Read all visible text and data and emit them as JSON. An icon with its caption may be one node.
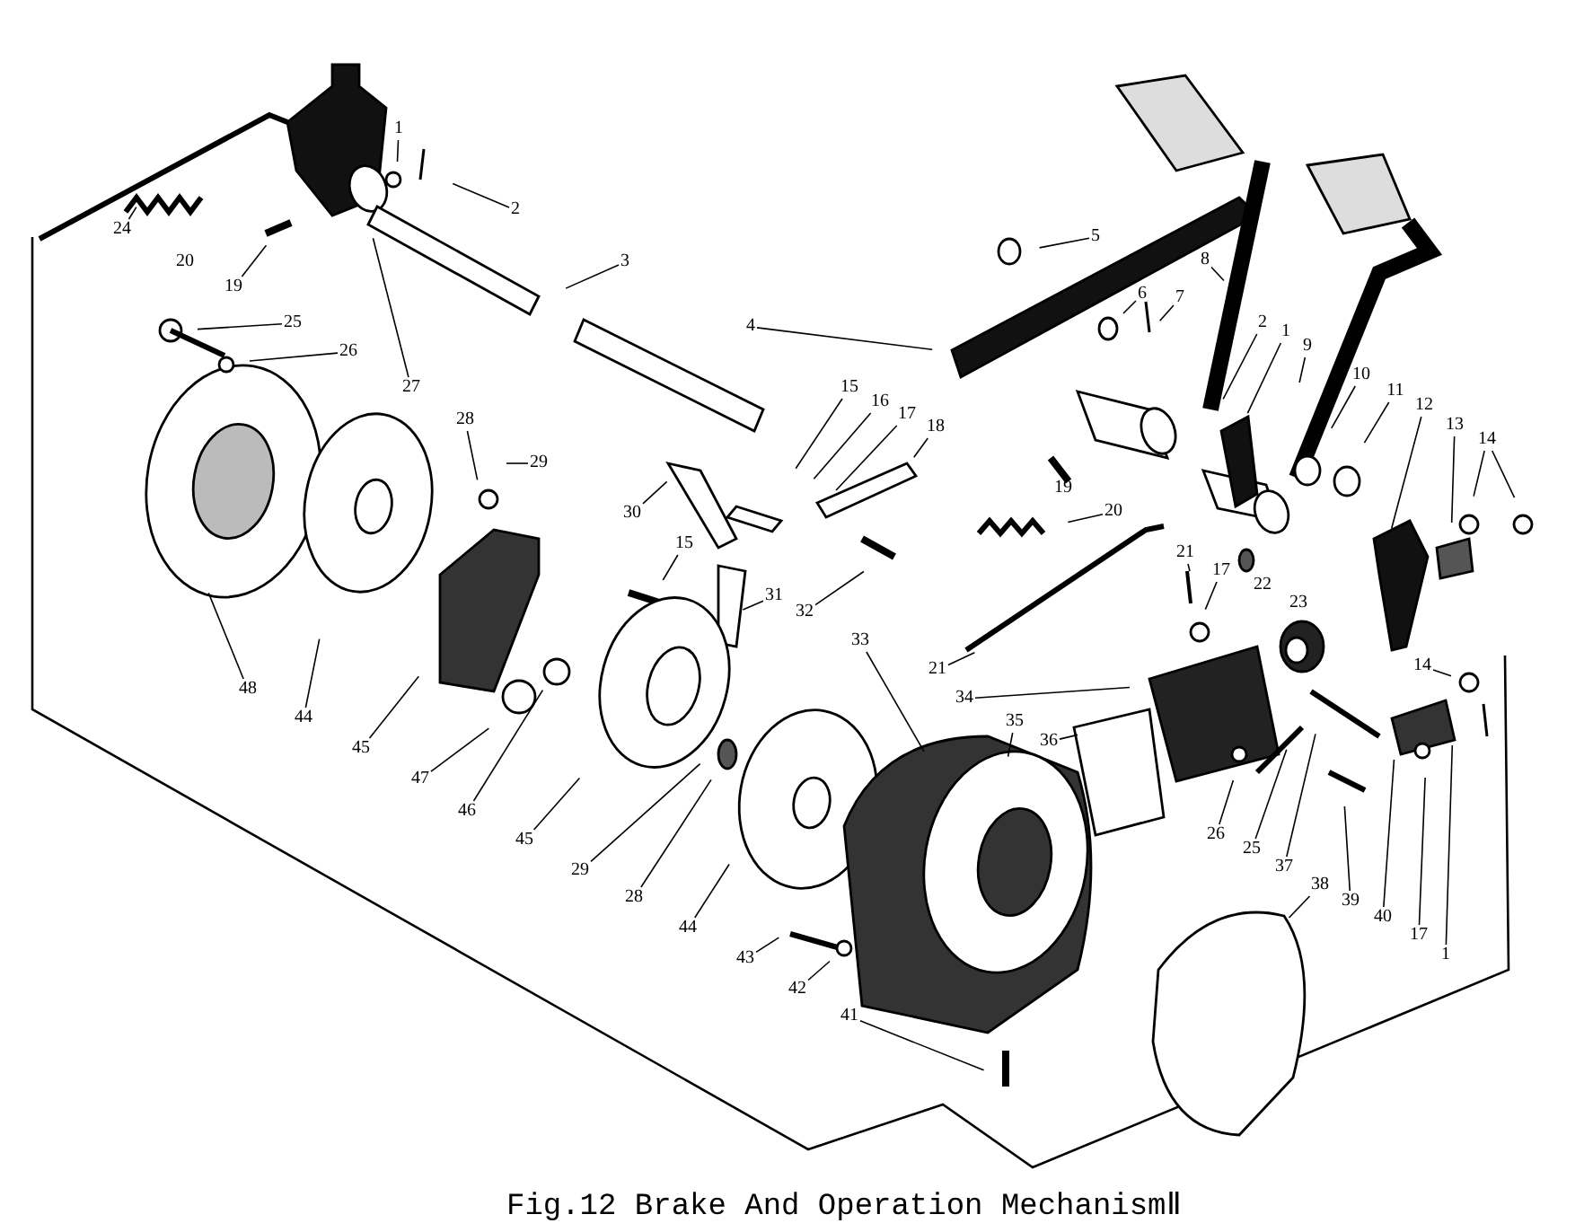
{
  "diagram": {
    "caption": "Fig.12 Brake And Operation MechanismⅡ",
    "nodes": [
      {
        "text": [
          "1"
        ]
      },
      {
        "text": [
          "2"
        ]
      },
      {
        "text": [
          "3"
        ]
      },
      {
        "text": [
          "24"
        ]
      },
      {
        "text": [
          "19"
        ]
      },
      {
        "text": [
          "27"
        ]
      },
      {
        "text": [
          "25"
        ]
      },
      {
        "text": [
          "26"
        ]
      },
      {
        "text": [
          "4"
        ]
      },
      {
        "text": [
          "5"
        ]
      },
      {
        "text": [
          "6"
        ]
      },
      {
        "text": [
          "7"
        ]
      },
      {
        "text": [
          "8"
        ]
      },
      {
        "text": [
          "2"
        ]
      },
      {
        "text": [
          "1"
        ]
      },
      {
        "text": [
          "9"
        ]
      },
      {
        "text": [
          "10"
        ]
      },
      {
        "text": [
          "11"
        ]
      },
      {
        "text": [
          "12"
        ]
      },
      {
        "text": [
          "13"
        ]
      },
      {
        "text": [
          "14"
        ]
      },
      {
        "text": [
          "15"
        ]
      },
      {
        "text": [
          "16"
        ]
      },
      {
        "text": [
          "17"
        ]
      },
      {
        "text": [
          "18"
        ]
      },
      {
        "text": [
          "28"
        ]
      },
      {
        "text": [
          "29"
        ]
      },
      {
        "text": [
          "30"
        ]
      },
      {
        "text": [
          "20"
        ]
      },
      {
        "text": [
          "21"
        ]
      },
      {
        "text": [
          "17"
        ]
      },
      {
        "text": [
          "21"
        ]
      },
      {
        "text": [
          "15"
        ]
      },
      {
        "text": [
          "31"
        ]
      },
      {
        "text": [
          "32"
        ]
      },
      {
        "text": [
          "33"
        ]
      },
      {
        "text": [
          "34"
        ]
      },
      {
        "text": [
          "35"
        ]
      },
      {
        "text": [
          "36"
        ]
      },
      {
        "text": [
          "14"
        ]
      },
      {
        "text": [
          "26"
        ]
      },
      {
        "text": [
          "25"
        ]
      },
      {
        "text": [
          "37"
        ]
      },
      {
        "text": [
          "39"
        ]
      },
      {
        "text": [
          "40"
        ]
      },
      {
        "text": [
          "17"
        ]
      },
      {
        "text": [
          "1"
        ]
      },
      {
        "text": [
          "38"
        ]
      },
      {
        "text": [
          "41"
        ]
      },
      {
        "text": [
          "42"
        ]
      },
      {
        "text": [
          "43"
        ]
      },
      {
        "text": [
          "44"
        ]
      },
      {
        "text": [
          "28"
        ]
      },
      {
        "text": [
          "29"
        ]
      },
      {
        "text": [
          "45"
        ]
      },
      {
        "text": [
          "46"
        ]
      },
      {
        "text": [
          "47"
        ]
      },
      {
        "text": [
          "45"
        ]
      },
      {
        "text": [
          "44"
        ]
      },
      {
        "text": [
          "48"
        ]
      }
    ],
    "edges": [
      {
        "from": 0,
        "to": null,
        "arrow": "none"
      },
      {
        "from": 1,
        "to": null,
        "arrow": "none"
      },
      {
        "from": 2,
        "to": null,
        "arrow": "none"
      },
      {
        "from": 3,
        "to": null,
        "arrow": "none"
      },
      {
        "from": 4,
        "to": null,
        "arrow": "none"
      },
      {
        "from": 5,
        "to": null,
        "arrow": "none"
      },
      {
        "from": 6,
        "to": null,
        "arrow": "none"
      },
      {
        "from": 7,
        "to": null,
        "arrow": "none"
      },
      {
        "from": 8,
        "to": null,
        "arrow": "none"
      },
      {
        "from": 9,
        "to": null,
        "arrow": "none"
      },
      {
        "from": 10,
        "to": null,
        "arrow": "none"
      },
      {
        "from": 11,
        "to": null,
        "arrow": "none"
      },
      {
        "from": 12,
        "to": null,
        "arrow": "none"
      },
      {
        "from": 13,
        "to": null,
        "arrow": "none"
      },
      {
        "from": 14,
        "to": null,
        "arrow": "none"
      },
      {
        "from": 15,
        "to": null,
        "arrow": "none"
      },
      {
        "from": 16,
        "to": null,
        "arrow": "none"
      },
      {
        "from": 17,
        "to": null,
        "arrow": "none"
      },
      {
        "from": 18,
        "to": null,
        "arrow": "none"
      },
      {
        "from": 19,
        "to": null,
        "arrow": "none"
      },
      {
        "from": 20,
        "to": null,
        "arrow": "none"
      },
      {
        "from": 20,
        "to": null,
        "arrow": "none"
      },
      {
        "from": 21,
        "to": null,
        "arrow": "none"
      },
      {
        "from": 22,
        "to": null,
        "arrow": "none"
      },
      {
        "from": 23,
        "to": null,
        "arrow": "none"
      },
      {
        "from": 24,
        "to": null,
        "arrow": "none"
      },
      {
        "from": 25,
        "to": null,
        "arrow": "none"
      },
      {
        "from": 26,
        "to": null,
        "arrow": "none"
      },
      {
        "from": 27,
        "to": null,
        "arrow": "none"
      },
      {
        "from": 28,
        "to": null,
        "arrow": "none"
      },
      {
        "from": 29,
        "to": null,
        "arrow": "none"
      },
      {
        "from": 30,
        "to": null,
        "arrow": "none"
      },
      {
        "from": 31,
        "to": null,
        "arrow": "none"
      },
      {
        "from": 32,
        "to": null,
        "arrow": "none"
      },
      {
        "from": 33,
        "to": null,
        "arrow": "none"
      },
      {
        "from": 34,
        "to": null,
        "arrow": "none"
      },
      {
        "from": 35,
        "to": null,
        "arrow": "none"
      },
      {
        "from": 36,
        "to": null,
        "arrow": "none"
      },
      {
        "from": 37,
        "to": null,
        "arrow": "none"
      },
      {
        "from": 38,
        "to": null,
        "arrow": "none"
      },
      {
        "from": 39,
        "to": null,
        "arrow": "none"
      },
      {
        "from": 40,
        "to": null,
        "arrow": "none"
      },
      {
        "from": 41,
        "to": null,
        "arrow": "none"
      },
      {
        "from": 42,
        "to": null,
        "arrow": "none"
      },
      {
        "from": 43,
        "to": null,
        "arrow": "none"
      },
      {
        "from": 44,
        "to": null,
        "arrow": "none"
      },
      {
        "from": 45,
        "to": null,
        "arrow": "none"
      },
      {
        "from": 46,
        "to": null,
        "arrow": "none"
      },
      {
        "from": 47,
        "to": null,
        "arrow": "none"
      },
      {
        "from": 48,
        "to": null,
        "arrow": "none"
      },
      {
        "from": 49,
        "to": null,
        "arrow": "none"
      },
      {
        "from": 50,
        "to": null,
        "arrow": "none"
      },
      {
        "from": 51,
        "to": null,
        "arrow": "none"
      },
      {
        "from": 52,
        "to": null,
        "arrow": "none"
      },
      {
        "from": 53,
        "to": null,
        "arrow": "none"
      },
      {
        "from": 54,
        "to": null,
        "arrow": "none"
      },
      {
        "from": 55,
        "to": null,
        "arrow": "none"
      },
      {
        "from": 56,
        "to": null,
        "arrow": "none"
      },
      {
        "from": 57,
        "to": null,
        "arrow": "none"
      },
      {
        "from": 58,
        "to": null,
        "arrow": "none"
      },
      {
        "from": 59,
        "to": null,
        "arrow": "none"
      }
    ],
    "labels": [
      "20",
      "19",
      "22",
      "23"
    ]
  }
}
